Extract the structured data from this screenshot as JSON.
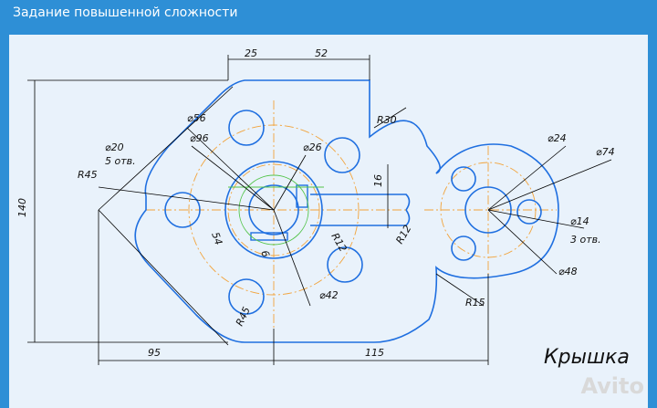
{
  "header": {
    "title": "Задание повышенной сложности"
  },
  "drawing": {
    "name": "Крышка",
    "dims": {
      "d25": "25",
      "d52": "52",
      "r30": "R30",
      "d56": "⌀56",
      "d96": "⌀96",
      "d20": "⌀20",
      "d20_count": "5 отв.",
      "r45_top": "R45",
      "d140": "140",
      "d26": "⌀26",
      "d16": "16",
      "d24": "⌀24",
      "d74": "⌀74",
      "r12_left": "R12",
      "r12_right": "R12",
      "d14": "⌀14",
      "d14_count": "3 отв.",
      "d48": "⌀48",
      "d42": "⌀42",
      "r15": "R15",
      "r45_bottom": "R45",
      "d95": "95",
      "d115": "115",
      "d54": "54",
      "d6": "6"
    }
  },
  "watermark": "Avito"
}
